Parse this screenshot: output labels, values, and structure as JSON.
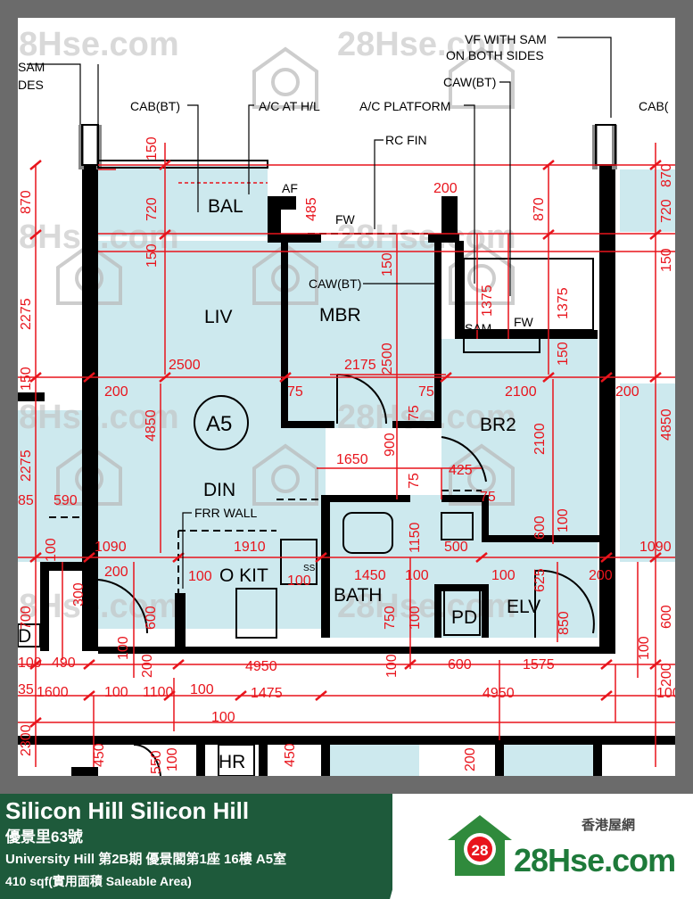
{
  "watermarks": [
    "28Hse.com",
    "28"
  ],
  "footer": {
    "title": "Silicon Hill Silicon Hill",
    "chinese_name": "優景里63號",
    "address": "University Hill 第2B期 優景閣第1座  16樓 A5室",
    "area": "410 sqf(實用面積 Saleable Area)",
    "logo_text": "28Hse.com",
    "logo_badge": "28",
    "logo_cn": "香港屋網"
  },
  "plan": {
    "unit": "A5",
    "rooms": {
      "liv": "LIV",
      "mbr": "MBR",
      "br2": "BR2",
      "din": "DIN",
      "kit": "O KIT",
      "bath": "BATH",
      "pd": "PD",
      "elv": "ELV",
      "bal": "BAL",
      "hr": "HR",
      "d": "D"
    },
    "callouts": {
      "sam_left": "SAM",
      "sides_left": "DES",
      "cab_bt_1": "CAB(BT)",
      "ac_hl": "A/C AT H/L",
      "ac_platform": "A/C PLATFORM",
      "vf_sam_1": "VF WITH SAM",
      "vf_sam_2": "ON BOTH SIDES",
      "caw_bt_1": "CAW(BT)",
      "cab_bt_right": "CAB(",
      "rc_fin": "RC FIN",
      "af": "AF",
      "fw_1": "FW",
      "caw_bt_2": "CAW(BT)",
      "fw_2": "FW",
      "sam_2": "SAM",
      "frr_wall": "FRR WALL",
      "ss": "SS"
    },
    "dims": {
      "d_150a": "150",
      "d_720a": "720",
      "d_150b": "150",
      "d_870l": "870",
      "d_2275": "2275",
      "d_150l": "150",
      "d_485": "485",
      "d_200top": "200",
      "d_870r": "870",
      "d_150c": "150",
      "d_2500v": "2500",
      "d_1375a": "1375",
      "d_1375b": "1375",
      "d_870rr": "870",
      "d_720rr": "720",
      "d_150rr": "150",
      "d_2500h": "2500",
      "d_2175": "2175",
      "d_150d": "150",
      "d_200l": "200",
      "d_75a": "75",
      "d_75b": "75",
      "d_2100h": "2100",
      "d_200r": "200",
      "d_4850l": "4850",
      "d_75c": "75",
      "d_900": "900",
      "d_2100v": "2100",
      "d_4850r": "4850",
      "d_1650": "1650",
      "d_425": "425",
      "d_75d": "75",
      "d_75e": "75",
      "d_2275l": "2275",
      "d_85": "85",
      "d_590": "590",
      "d_600a": "600",
      "d_100a": "100",
      "d_1150": "1150",
      "d_100l": "100",
      "d_1090l": "1090",
      "d_1910": "1910",
      "d_500": "500",
      "d_1090r": "1090",
      "d_200b": "200",
      "d_100b": "100",
      "d_100s": "100",
      "d_1450": "1450",
      "d_100c": "100",
      "d_100d": "100",
      "d_625": "625",
      "d_200c": "200",
      "d_300": "300",
      "d_700": "700",
      "d_600b": "600",
      "d_750": "750",
      "d_100e": "100",
      "d_850": "850",
      "d_600c": "600",
      "d_100f": "100",
      "d_200d": "200",
      "d_100g": "100",
      "d_100h": "100",
      "d_490": "490",
      "d_4950a": "4950",
      "d_600d": "600",
      "d_1575": "1575",
      "d_200e": "200",
      "d_100i": "100",
      "d_35": "35",
      "d_1600": "1600",
      "d_100j": "100",
      "d_1100": "1100",
      "d_100k": "100",
      "d_1475": "1475",
      "d_4950b": "4950",
      "d_100m": "100",
      "d_100n": "100",
      "d_2300": "2300",
      "d_450a": "450",
      "d_550": "550",
      "d_100o": "100",
      "d_450b": "450",
      "d_200f": "200"
    }
  }
}
